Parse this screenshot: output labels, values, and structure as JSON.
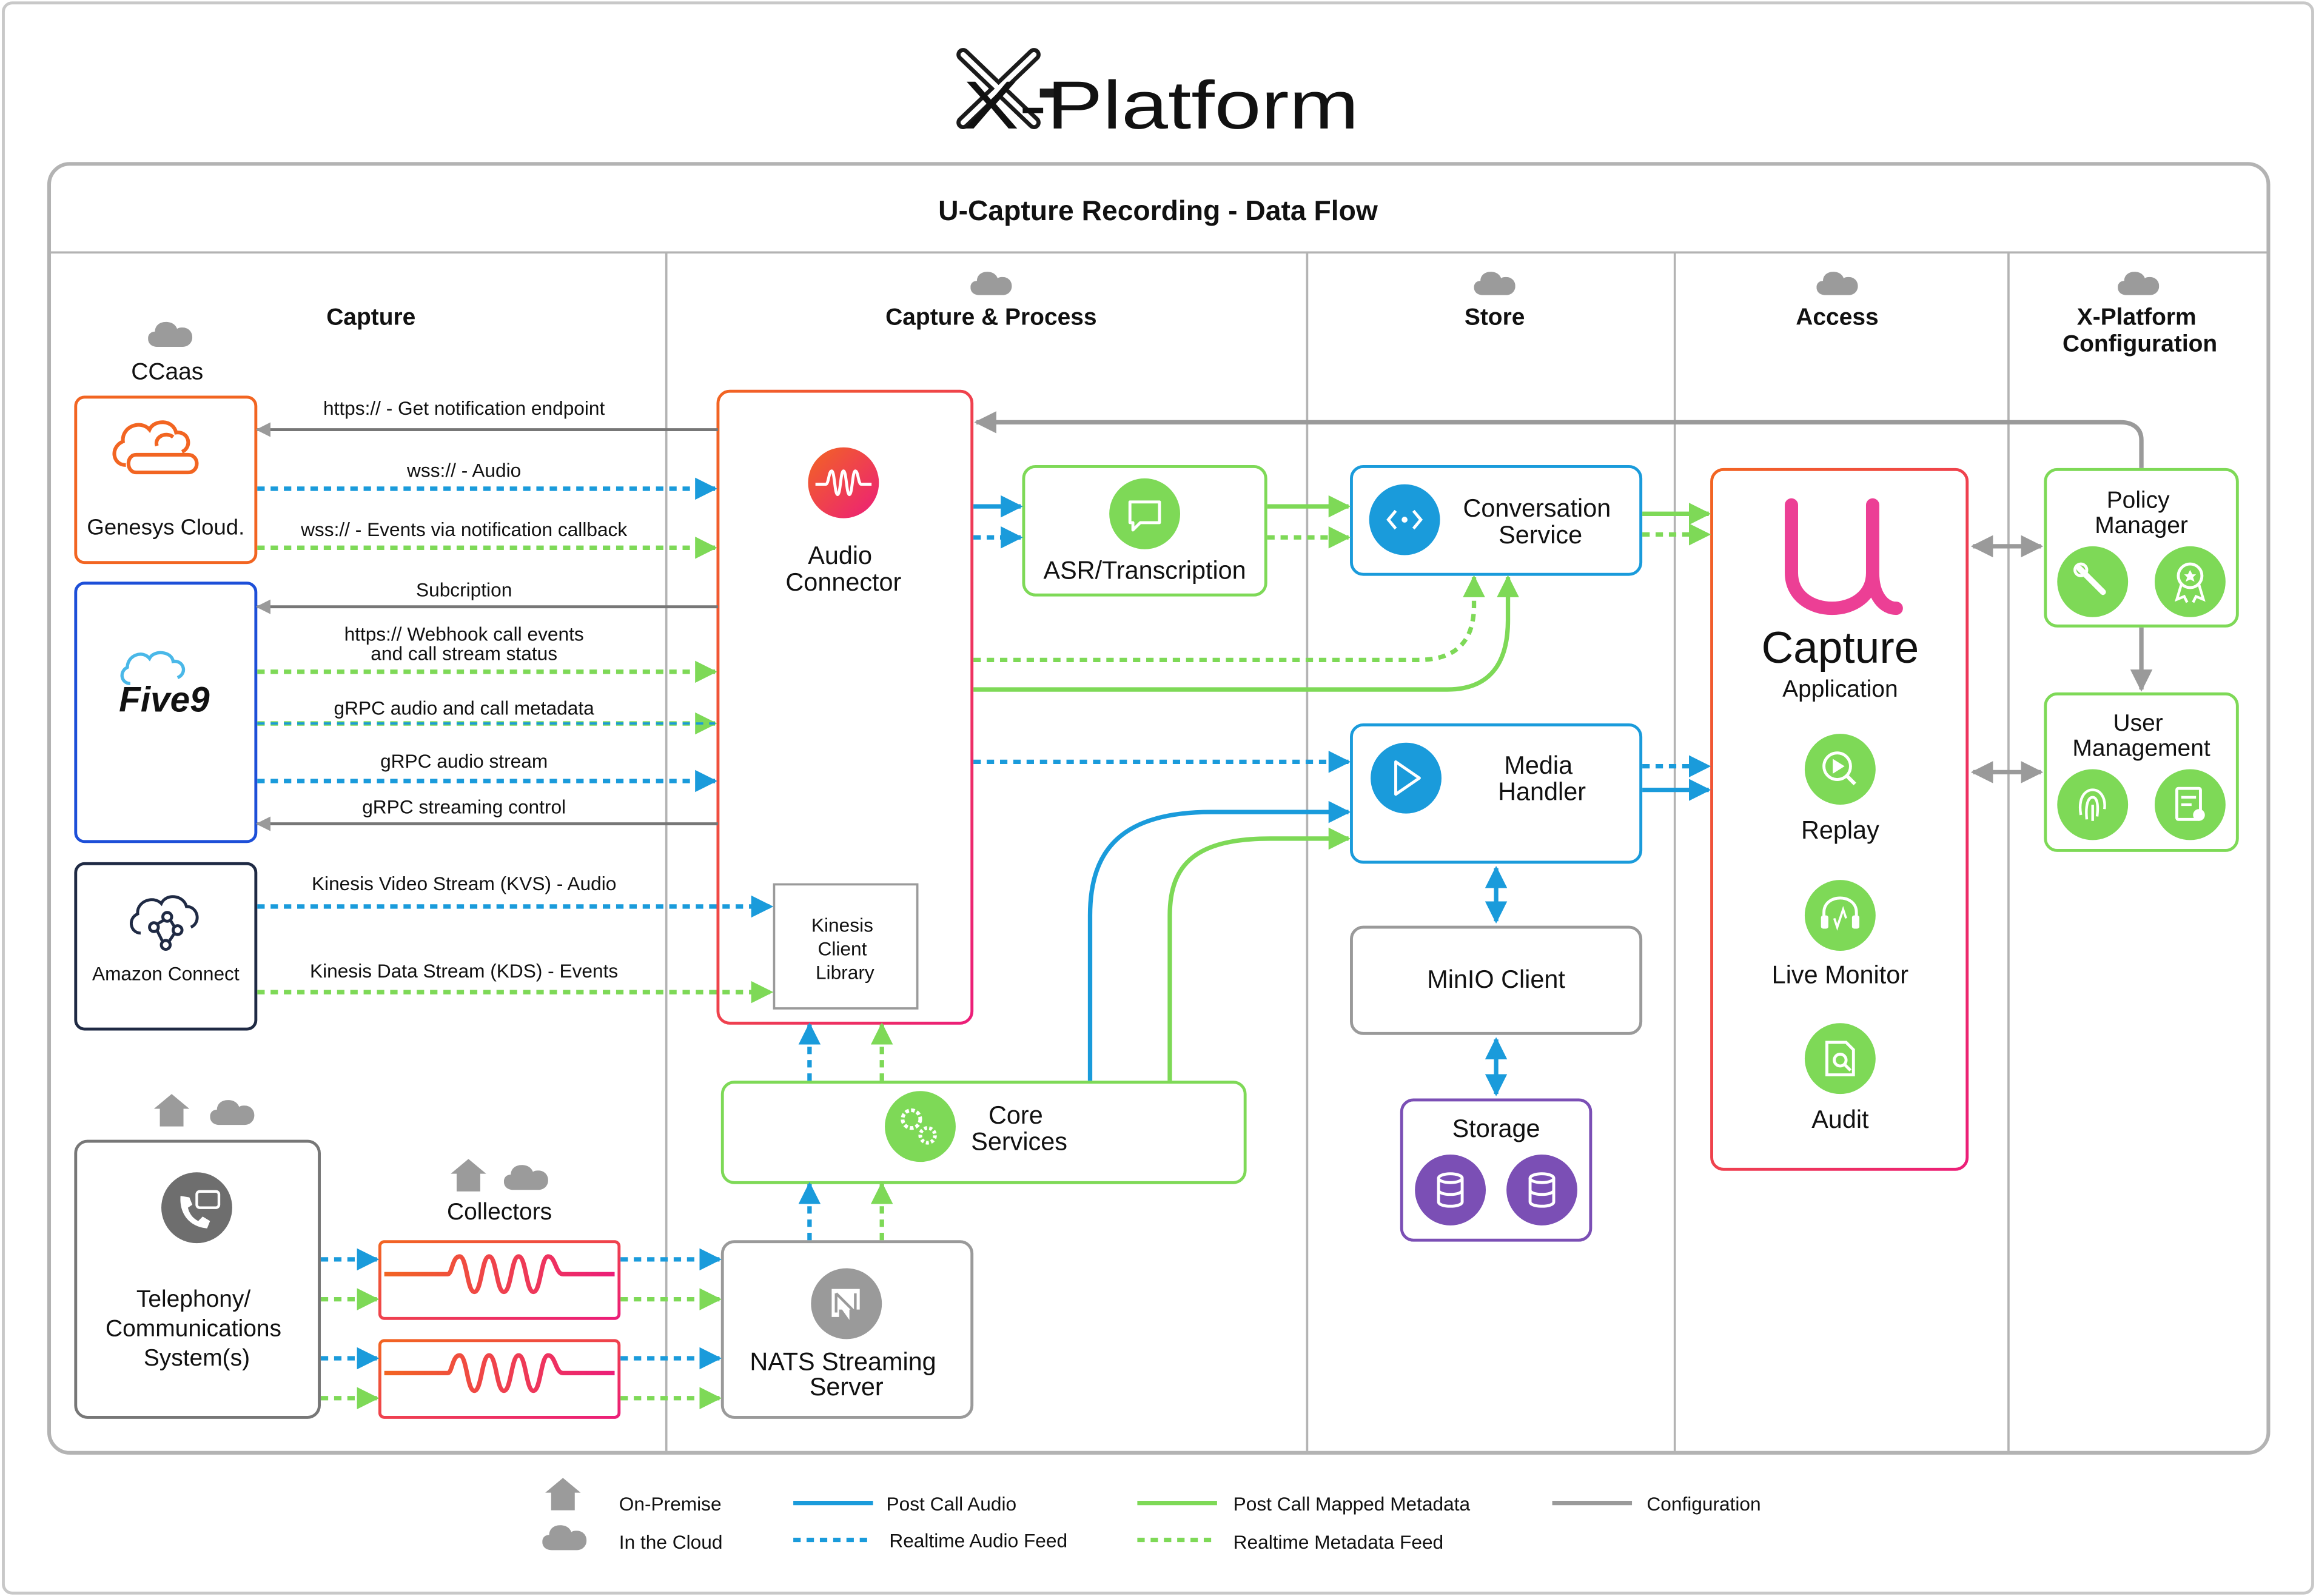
{
  "title": "X-Platform",
  "brand_mark_icon": "x-logo-icon",
  "diagram_title": "U-Capture Recording - Data Flow",
  "columns": [
    "Capture",
    "Capture & Process",
    "Store",
    "Access",
    "X-Platform Configuration"
  ],
  "sections": {
    "ccaas": "CCaas",
    "collectors": "Collectors"
  },
  "sources": {
    "genesys": "Genesys Cloud.",
    "five9": "Five9",
    "amazon": "Amazon Connect",
    "telephony": [
      "Telephony/",
      "Communications",
      "System(s)"
    ]
  },
  "flows": [
    "https:// - Get notification endpoint",
    "wss:// - Audio",
    "wss:// - Events via notification callback",
    "Subcription",
    "https:// Webhook call events",
    "and call stream status",
    "gRPC audio and call metadata",
    "gRPC audio stream",
    "gRPC streaming control",
    "Kinesis Video Stream (KVS) - Audio",
    "Kinesis Data Stream (KDS) - Events"
  ],
  "process": {
    "audio_connector": [
      "Audio",
      "Connector"
    ],
    "kinesis": [
      "Kinesis",
      "Client",
      "Library"
    ],
    "asr": "ASR/Transcription",
    "core_services": [
      "Core",
      "Services"
    ],
    "nats": [
      "NATS Streaming",
      "Server"
    ]
  },
  "store": {
    "conversation_service": [
      "Conversation",
      "Service"
    ],
    "media_handler": [
      "Media",
      "Handler"
    ],
    "minio": "MinIO Client",
    "storage": "Storage"
  },
  "access": {
    "capture": "Capture",
    "application": "Application",
    "items": [
      "Replay",
      "Live Monitor",
      "Audit"
    ]
  },
  "config": {
    "policy_manager": [
      "Policy",
      "Manager"
    ],
    "user_management": [
      "User",
      "Management"
    ]
  },
  "legend": {
    "on_premise": "On-Premise",
    "in_the_cloud": "In the Cloud",
    "post_call_audio": "Post Call Audio",
    "realtime_audio_feed": "Realtime Audio Feed",
    "post_call_mapped_metadata": "Post Call Mapped Metadata",
    "realtime_metadata_feed": "Realtime Metadata Feed",
    "configuration": "Configuration"
  },
  "colors": {
    "blue": "#1a9bdb",
    "green": "#7ed957",
    "gray": "#9a9a9a",
    "orange": "#f26522",
    "magenta": "#ec1e79",
    "purple": "#7b4fb5",
    "navy": "#1f2a44",
    "five9_blue": "#1d4fd8"
  }
}
